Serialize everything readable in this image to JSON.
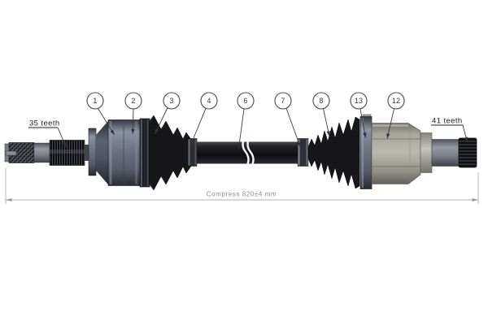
{
  "figure": {
    "callouts": [
      "1",
      "2",
      "3",
      "4",
      "6",
      "7",
      "8",
      "13",
      "12"
    ],
    "labels": {
      "left_spline_teeth": "35 teeth",
      "right_spline_teeth": "41 teeth",
      "compressed_length": "Compress 820±4 mm"
    },
    "colors": {
      "background": "#ffffff",
      "left_housing_slate": "#6d7484",
      "right_housing_gray": "#aeada4",
      "rubber_black": "#17171b",
      "steel_gray": "#8d9199",
      "dimension_gray": "#9a9a9a",
      "label_text": "#222222"
    }
  }
}
